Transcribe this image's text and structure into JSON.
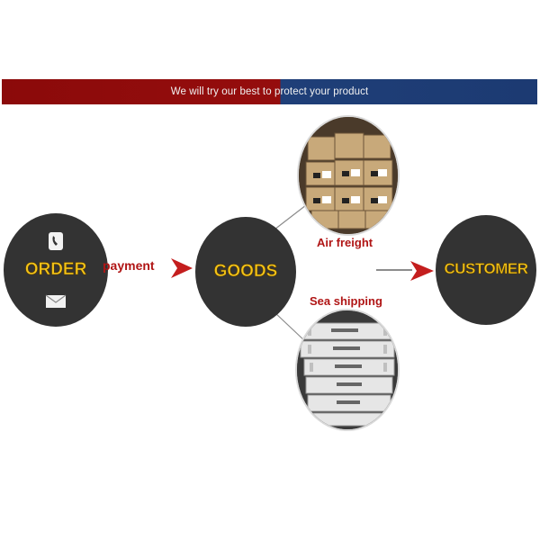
{
  "banner": {
    "text": "We will try our best to protect your product"
  },
  "nodes": {
    "order": "ORDER",
    "goods": "GOODS",
    "customer": "CUSTOMER"
  },
  "edges": {
    "payment": "payment",
    "air_freight": "Air freight",
    "sea_shipping": "Sea shipping"
  },
  "icons": {
    "phone": "phone-icon",
    "mail": "mail-icon"
  },
  "colors": {
    "banner_left": "#8b0a0a",
    "banner_right": "#1f3f78",
    "node_fill": "#333333",
    "node_text": "#f3c419",
    "caption_text": "#b01515",
    "arrow": "#c41e1e"
  }
}
